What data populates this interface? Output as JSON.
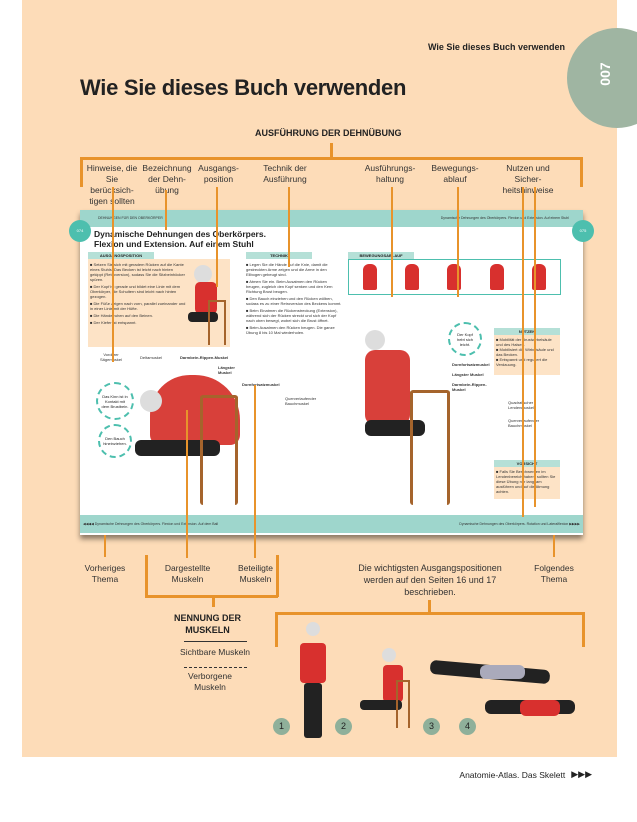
{
  "page": {
    "running_head": "Wie Sie dieses Buch verwenden",
    "page_number": "007",
    "title": "Wie Sie dieses Buch verwenden",
    "footer": "Anatomie-Atlas. Das Skelett",
    "footer_arrows": "▶▶▶"
  },
  "top": {
    "heading": "AUSFÜHRUNG DER DEHNÜBUNG",
    "labels": [
      "Hinweise, die Sie berücksich-tigen sollten",
      "Bezeichnung der Dehn-übung",
      "Ausgangs-position",
      "Technik der Ausführung",
      "Ausführungs-haltung",
      "Bewegungs-ablauf",
      "Nutzen und Sicher-heitshinweise"
    ]
  },
  "spread": {
    "header_left": "DEHNUNGEN FÜR DEN OBERKÖRPER",
    "header_right": "Dynamische Dehnungen des Oberkörpers. Flexion und Extension. Auf einem Stuhl",
    "page_left": "074",
    "page_right": "075",
    "title": "Dynamische Dehnungen des Oberkörpers. Flexion und Extension. Auf einem Stuhl",
    "sections": {
      "start": "AUSGANGSPOSITION",
      "technique": "TECHNIK",
      "sequence": "BEWEGUNGSABLAUF",
      "benefit": "NUTZEN",
      "caution": "VORSICHT"
    },
    "start_text": [
      "■ Setzen Sie sich mit geradem Rücken auf die Kante eines Stuhls. Das Becken ist leicht nach hinten gekippt (Retroversion), sodass Sie die Sitzbeinhöcker spüren.",
      "■ Der Kopf ist gerade und bildet eine Linie mit dem Oberkörper, die Schultern sind leicht nach hinten gezogen.",
      "■ Die Füße zeigen nach vorn, parallel zueinander und in einer Linie mit der Hüfte.",
      "■ Die Hände ruhen auf den Beinen.",
      "■ Der Kiefer ist entspannt."
    ],
    "technique_text": [
      "■ Legen Sie die Hände auf die Knie, damit die gestreckten Arme zeigen und die Arme in den Ellbogen gebeugt sind.",
      "■ Atmen Sie ein. Beim Ausatmen den Rücken beugen, zugleich den Kopf senken und den Kern Richtung Brust beugen.",
      "■ Den Bauch einziehen und den Rücken wölben, sodass es zu einer Retroversion des Beckens kommt.",
      "■ Beim Einatmen die Rückenstreckung (Extension), während sich der Rücken streckt und sich der Kopf nach oben bewegt, wobei sich die Brust öffnet.",
      "■ Beim Ausatmen den Rücken beugen. Die ganze Übung 8 bis 10 Mal wiederholen."
    ],
    "muscles_left": [
      "Vorderer Sägemuskel",
      "Deltamuskel",
      "Darmbein-Rippen-Muskel",
      "Längster Muskel",
      "Dornfortsatzmuskel",
      "Querverlaufender Bauchmuskel"
    ],
    "hints_left": [
      "Das Kinn ist in Kontakt mit dem Brustbein.",
      "Den Bauch hineinziehen."
    ],
    "hint_right": "Der Kopf hebt sich leicht.",
    "muscles_right": [
      "Dornfortsatzmuskel",
      "Längster Muskel",
      "Darmbein-Rippen-Muskel",
      "Quadratischer Lendenmuskel",
      "Querverlaufender Bauchmuskel"
    ],
    "benefit_text": [
      "■ Mobilität der Brustwirbelsäule und des Halses.",
      "■ Mobilisiert die Wirbelsäule und das Becken.",
      "■ Entspannt und reguliert die Verdauung."
    ],
    "caution_text": "■ Falls Sie Beschwerden im Lendenbereich haben, sollten Sie diese Übung nur langsam ausführen und auf die Atmung achten.",
    "footer_left": "◀◀◀◀ Dynamische Dehnungen des Oberkörpers. Flexion und Extension. Auf dem Ball",
    "footer_right": "Dynamische Dehnungen des Oberkörpers. Rotation und Lateralflexion ▶▶▶▶"
  },
  "bottom": {
    "labels": [
      "Vorheriges Thema",
      "Dargestellte Muskeln",
      "Beteiligte Muskeln",
      "Die wichtigsten Ausgangspositionen werden auf den Seiten 16 und 17 beschrieben.",
      "Folgendes Thema"
    ],
    "muscles_heading": "NENNUNG DER MUSKELN",
    "visible": "Sichtbare Muskeln",
    "hidden": "Verborgene Muskeln",
    "positions": [
      "1",
      "2",
      "3",
      "4"
    ]
  },
  "colors": {
    "background": "#fddcb8",
    "accent": "#e8932b",
    "teal": "#9ed6cc",
    "tab": "#9fb5a2"
  }
}
